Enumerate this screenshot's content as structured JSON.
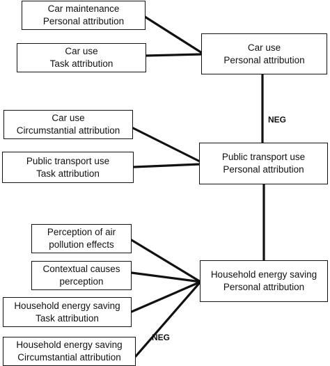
{
  "nodes": {
    "car_maintenance": {
      "line1": "Car maintenance",
      "line2": "Personal attribution"
    },
    "car_use_task": {
      "line1": "Car use",
      "line2": "Task attribution"
    },
    "car_use_personal": {
      "line1": "Car use",
      "line2": "Personal attribution"
    },
    "car_use_circumstantial": {
      "line1": "Car use",
      "line2": "Circumstantial attribution"
    },
    "public_transport_task": {
      "line1": "Public transport use",
      "line2": "Task attribution"
    },
    "public_transport_personal": {
      "line1": "Public transport use",
      "line2": "Personal attribution"
    },
    "perception_air_pollution": {
      "line1": "Perception of air",
      "line2": "pollution effects"
    },
    "contextual_causes": {
      "line1": "Contextual causes",
      "line2": "perception"
    },
    "household_energy_personal": {
      "line1": "Household energy saving",
      "line2": "Personal attribution"
    },
    "household_energy_task": {
      "line1": "Household energy saving",
      "line2": "Task attribution"
    },
    "household_energy_circumstantial": {
      "line1": "Household energy saving",
      "line2": "Circumstantial attribution"
    }
  },
  "edges": [
    {
      "from": "car_maintenance",
      "to": "car_use_personal",
      "label": ""
    },
    {
      "from": "car_use_task",
      "to": "car_use_personal",
      "label": ""
    },
    {
      "from": "car_use_personal",
      "to": "public_transport_personal",
      "label": "NEG"
    },
    {
      "from": "car_use_circumstantial",
      "to": "public_transport_personal",
      "label": ""
    },
    {
      "from": "public_transport_task",
      "to": "public_transport_personal",
      "label": ""
    },
    {
      "from": "public_transport_personal",
      "to": "household_energy_personal",
      "label": ""
    },
    {
      "from": "perception_air_pollution",
      "to": "household_energy_personal",
      "label": ""
    },
    {
      "from": "contextual_causes",
      "to": "household_energy_personal",
      "label": ""
    },
    {
      "from": "household_energy_task",
      "to": "household_energy_personal",
      "label": ""
    },
    {
      "from": "household_energy_circumstantial",
      "to": "household_energy_personal",
      "label": "NEG"
    }
  ]
}
